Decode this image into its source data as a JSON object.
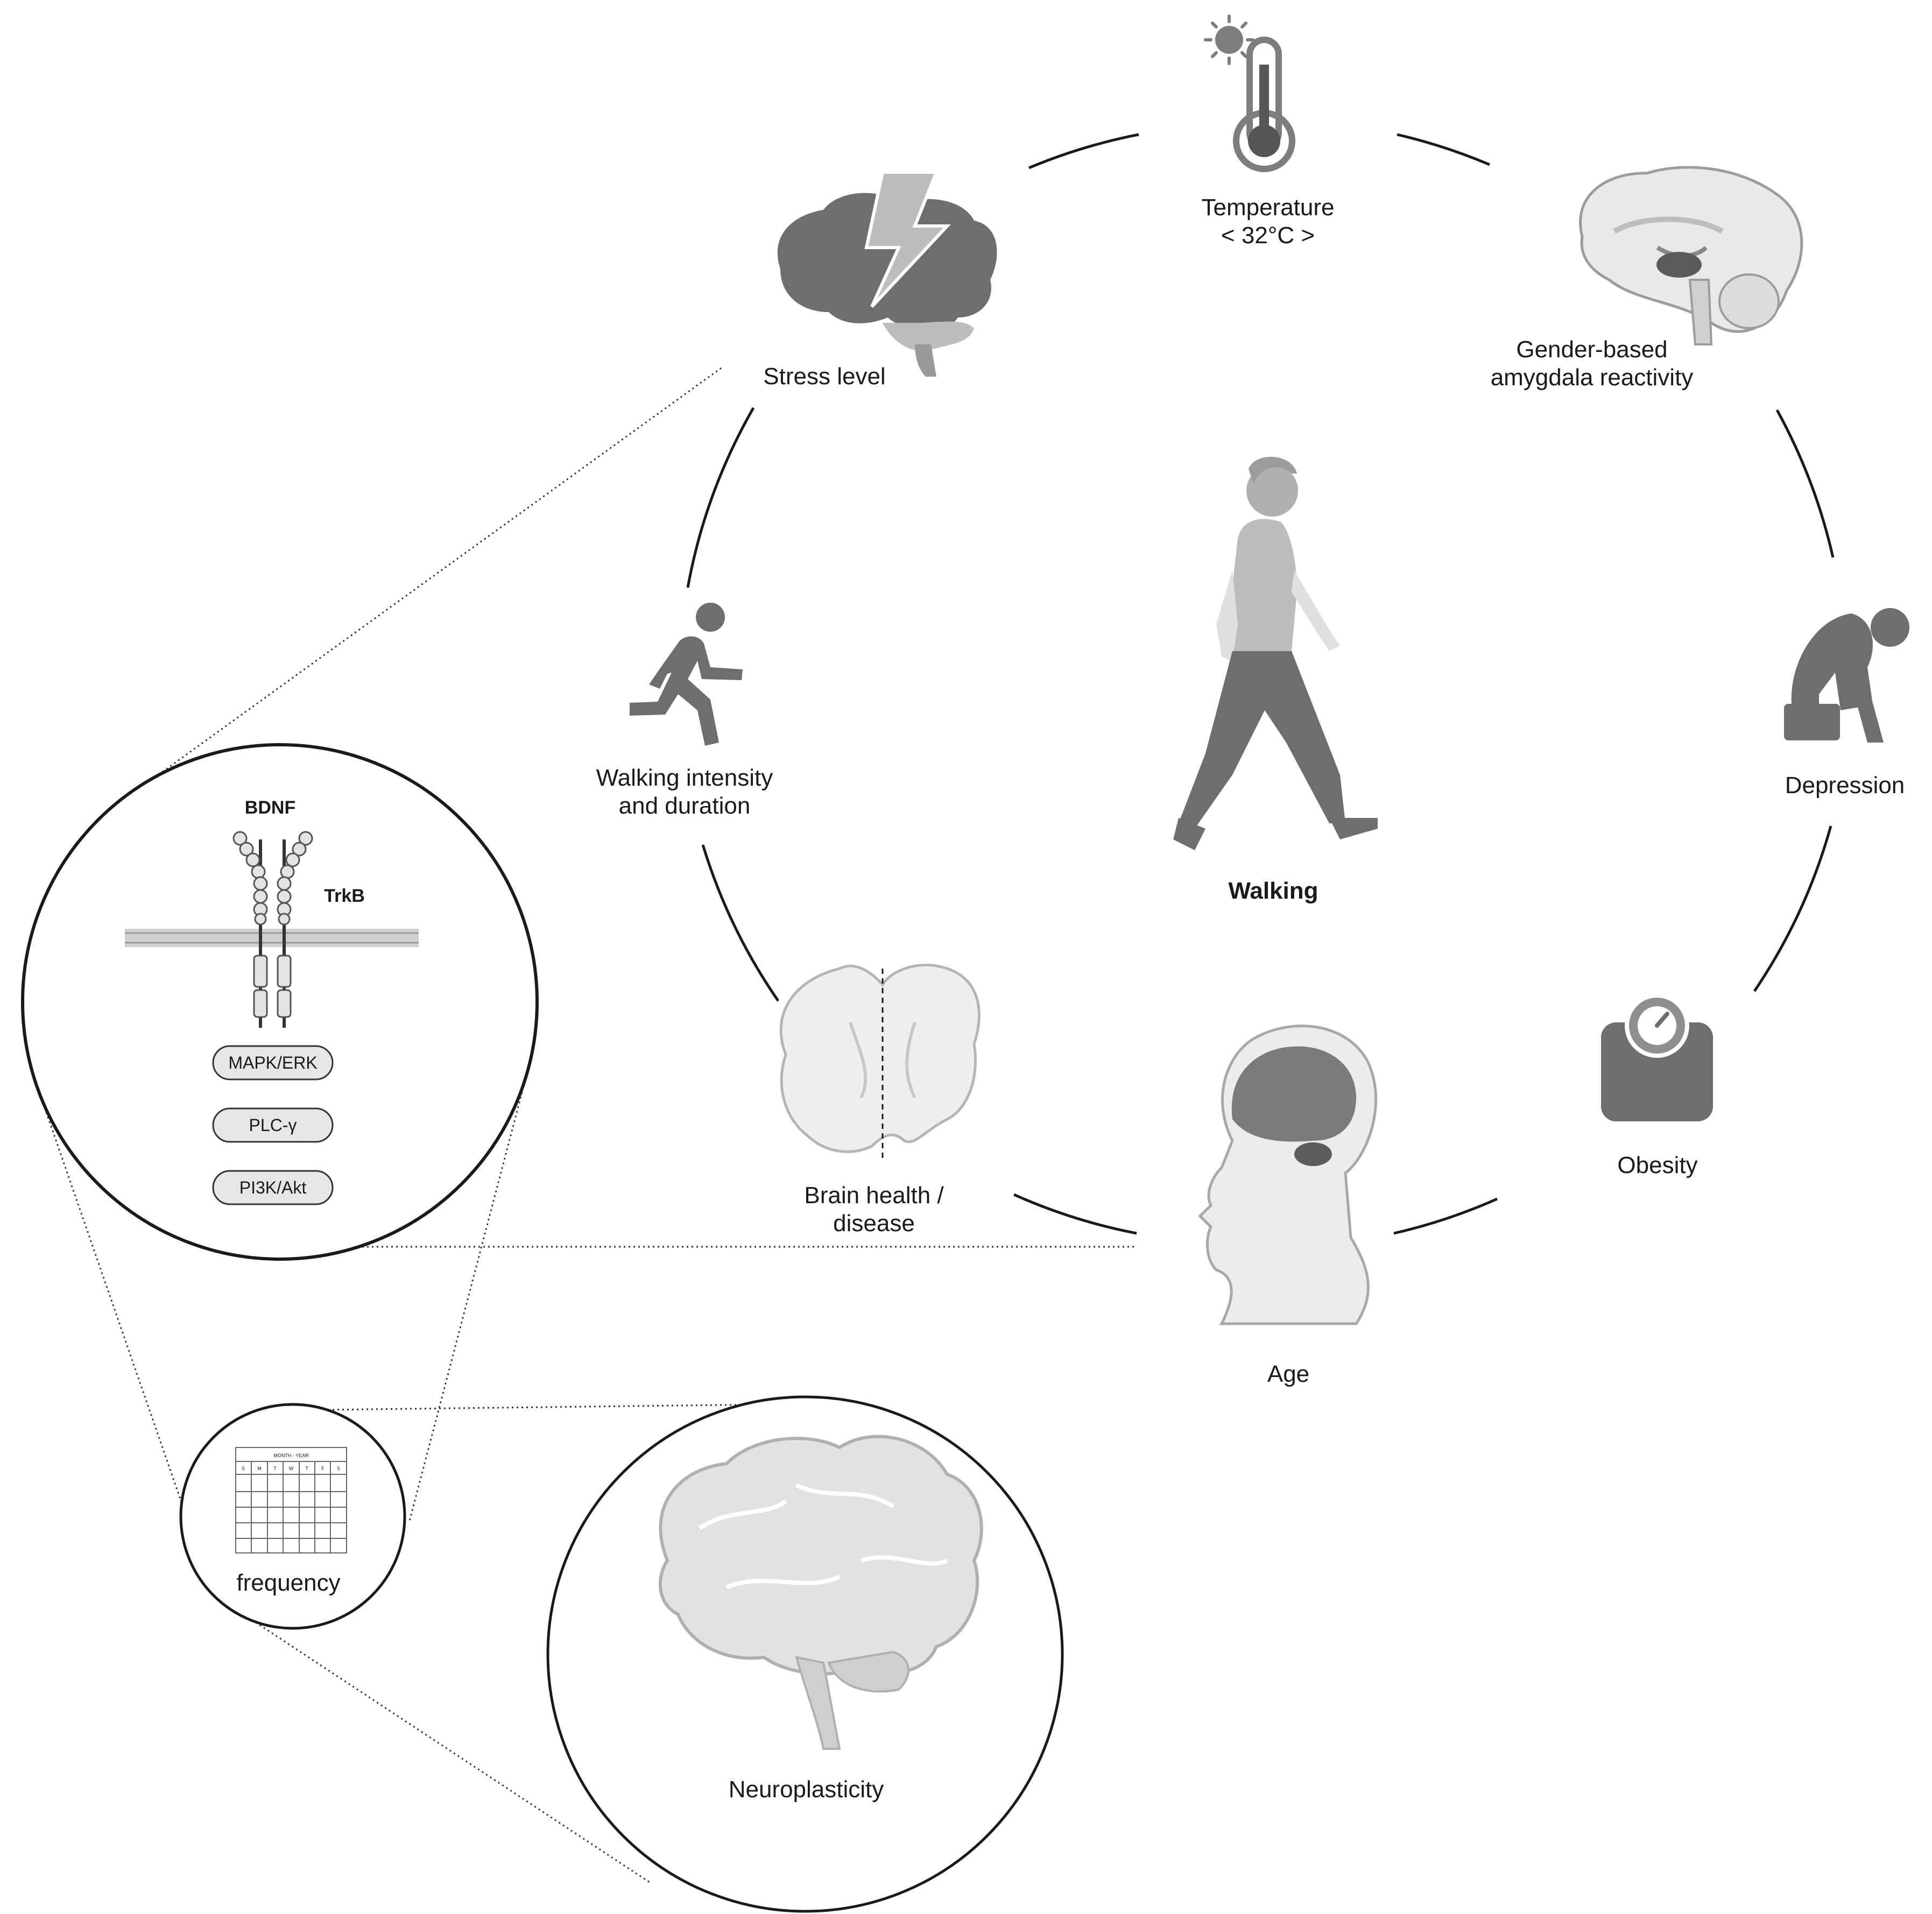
{
  "center": {
    "label": "Walking"
  },
  "factors": {
    "temperature": {
      "line1": "Temperature",
      "line2": "< 32°C >"
    },
    "amygdala": {
      "line1": "Gender-based",
      "line2": "amygdala reactivity"
    },
    "depression": {
      "label": "Depression"
    },
    "obesity": {
      "label": "Obesity"
    },
    "age": {
      "label": "Age"
    },
    "brain_health": {
      "line1": "Brain health /",
      "line2": "disease"
    },
    "walking_intensity": {
      "line1": "Walking intensity",
      "line2": "and duration"
    },
    "stress": {
      "label": "Stress level"
    }
  },
  "bdnf_panel": {
    "ligand": "BDNF",
    "receptor": "TrkB",
    "pathways": [
      "MAPK/ERK",
      "PLC-γ",
      "PI3K/Akt"
    ]
  },
  "frequency": {
    "label": "frequency",
    "calendar_header": "MONTH - YEAR",
    "weekdays": [
      "S",
      "M",
      "T",
      "W",
      "T",
      "F",
      "S"
    ]
  },
  "neuroplasticity": {
    "label": "Neuroplasticity"
  }
}
